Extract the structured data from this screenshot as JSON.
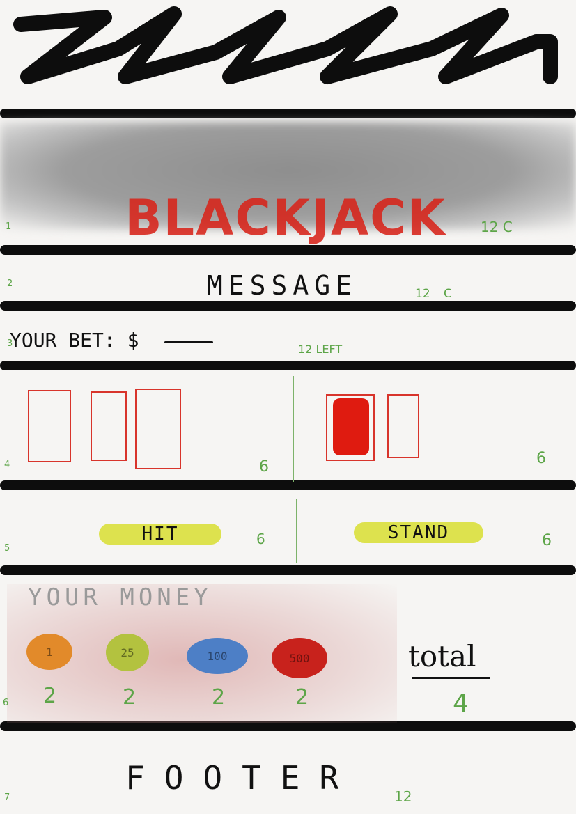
{
  "header": {
    "title": "BLACKJACK",
    "title_color": "#d8241a",
    "row_number": "1",
    "col_note": "12 C"
  },
  "message_row": {
    "label": "MESSAGE",
    "row_number": "2",
    "col_note": "12 C"
  },
  "bet_row": {
    "label": "YOUR BET: $",
    "row_number": "3",
    "col_note": "12 LEFT"
  },
  "cards_row": {
    "row_number": "4",
    "left_col_note": "6",
    "right_col_note": "6",
    "card_color": "#d8342b"
  },
  "buttons_row": {
    "row_number": "5",
    "hit_label": "HIT",
    "stand_label": "STAND",
    "left_col_note": "6",
    "right_col_note": "6",
    "button_color": "#dde24e"
  },
  "money_row": {
    "row_number": "6",
    "title": "YOUR MONEY",
    "chips": [
      {
        "label": "1",
        "color": "#e28a2a",
        "col_note": "2"
      },
      {
        "label": "25",
        "color": "#b3c23f",
        "col_note": "2"
      },
      {
        "label": "100",
        "color": "#4d7fc6",
        "col_note": "2"
      },
      {
        "label": "500",
        "color": "#c8221c",
        "col_note": "2"
      }
    ],
    "total_label": "total",
    "total_col_note": "4"
  },
  "footer": {
    "label": "FOOTER",
    "row_number": "7",
    "col_note": "12"
  }
}
